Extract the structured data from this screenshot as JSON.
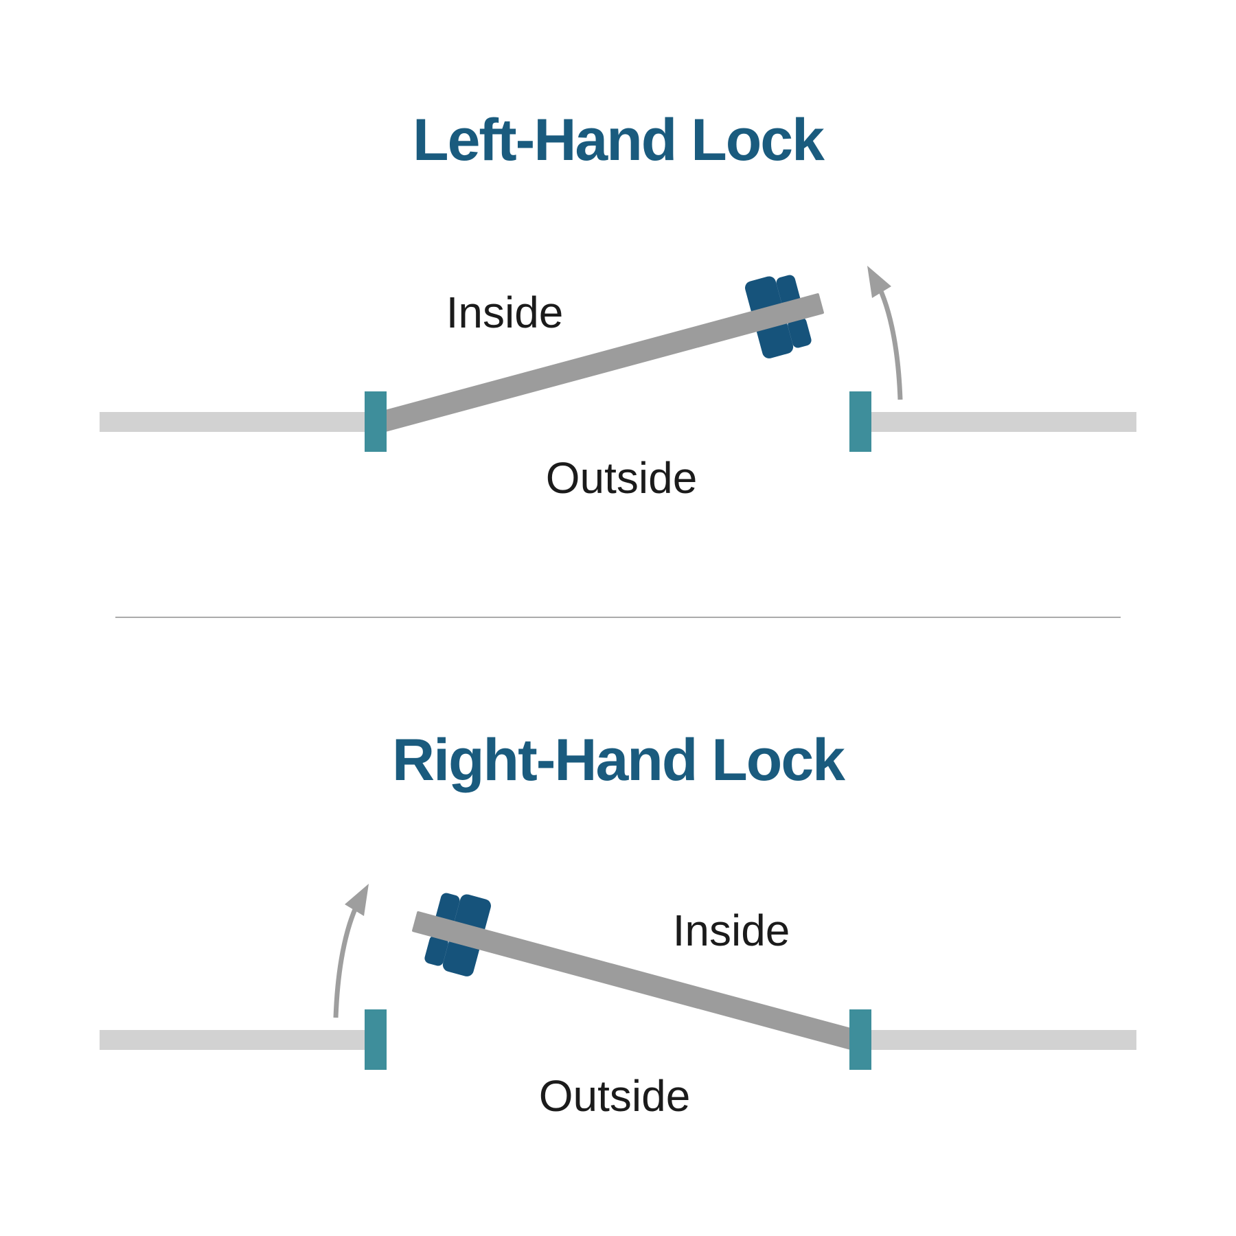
{
  "sections": [
    {
      "id": "left-hand",
      "title": "Left-Hand Lock",
      "inside_label": "Inside",
      "outside_label": "Outside",
      "hinge_side": "left",
      "lock_side": "right",
      "swing_direction": "opens upward toward inside, right side"
    },
    {
      "id": "right-hand",
      "title": "Right-Hand Lock",
      "inside_label": "Inside",
      "outside_label": "Outside",
      "hinge_side": "right",
      "lock_side": "left",
      "swing_direction": "opens upward toward inside, left side"
    }
  ],
  "colors": {
    "title": "#1A5B7E",
    "wall": "#D2D2D2",
    "door": "#9C9C9C",
    "door_jamb": "#3E8E9B",
    "lock": "#16537B",
    "arrow": "#9E9E9E",
    "label_text": "#1B1B1B",
    "divider": "#AAAAAA",
    "background": "#FFFFFF"
  }
}
